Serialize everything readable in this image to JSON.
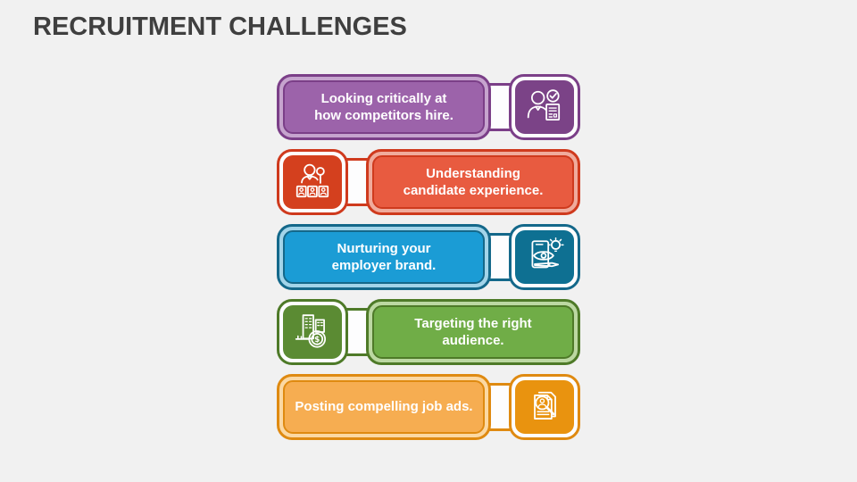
{
  "slide": {
    "title": "RECRUITMENT CHALLENGES",
    "title_color": "#3f3f3f",
    "background": "#f1f1f1"
  },
  "rows": [
    {
      "label": "Looking critically at how competitors hire.",
      "lines": [
        "Looking critically at",
        "how competitors hire."
      ],
      "icon": "candidate-check-icon",
      "icon_side": "right",
      "colors": {
        "border": "#7b3f88",
        "fill": "#9c63aa",
        "tint": "#c6a4ce",
        "icon_bg": "#7b4387"
      }
    },
    {
      "label": "Understanding candidate experience.",
      "lines": [
        "Understanding",
        "candidate experience."
      ],
      "icon": "candidate-search-icon",
      "icon_side": "left",
      "colors": {
        "border": "#cf3a1d",
        "fill": "#e85b40",
        "tint": "#f0ab9c",
        "icon_bg": "#d4401e"
      }
    },
    {
      "label": "Nurturing your employer brand.",
      "lines": [
        "Nurturing your",
        "employer brand."
      ],
      "icon": "employer-brand-icon",
      "icon_side": "right",
      "colors": {
        "border": "#14688a",
        "fill": "#1b9cd5",
        "tint": "#a2d4e9",
        "icon_bg": "#0e7092"
      }
    },
    {
      "label": "Targeting the right audience.",
      "lines": [
        "Targeting the right",
        "audience."
      ],
      "icon": "target-audience-icon",
      "icon_side": "left",
      "colors": {
        "border": "#4e7a28",
        "fill": "#70ad47",
        "tint": "#bcd8a2",
        "icon_bg": "#5b8b33"
      }
    },
    {
      "label": "Posting compelling job ads.",
      "lines": [
        "Posting compelling job ads."
      ],
      "icon": "job-ad-search-icon",
      "icon_side": "right",
      "colors": {
        "border": "#df8a11",
        "fill": "#f6ad51",
        "tint": "#fbd8a3",
        "icon_bg": "#e9930f"
      }
    }
  ]
}
